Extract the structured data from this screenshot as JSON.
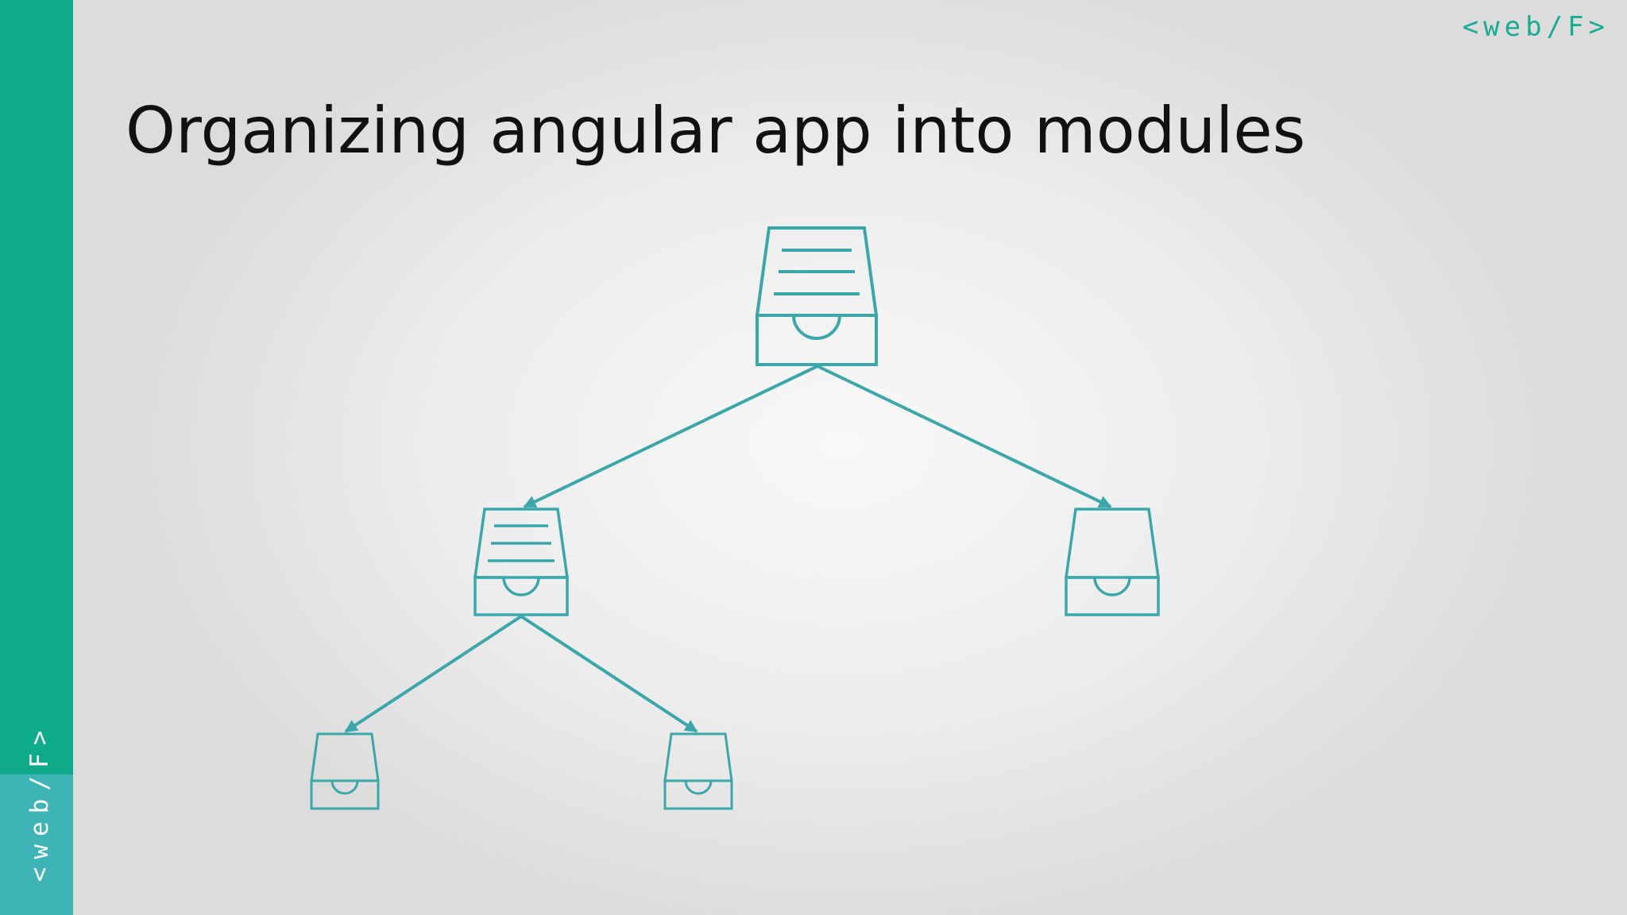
{
  "slide": {
    "title": "Organizing angular app into modules",
    "logo_text": "<web/F>",
    "sidebar_logo_text": "<web/F>"
  },
  "colors": {
    "accent": "#0eab8a",
    "accent_light": "#3fb4b6",
    "diagram_stroke": "#3aa7ab",
    "title_text": "#111111"
  },
  "diagram": {
    "nodes": [
      {
        "id": "root-module",
        "icon": "inbox-tray-with-documents-icon",
        "has_documents": true
      },
      {
        "id": "child-module-left",
        "icon": "inbox-tray-with-documents-icon",
        "has_documents": true
      },
      {
        "id": "child-module-right",
        "icon": "empty-inbox-tray-icon",
        "has_documents": false
      },
      {
        "id": "grandchild-module-left",
        "icon": "empty-inbox-tray-icon",
        "has_documents": false
      },
      {
        "id": "grandchild-module-right",
        "icon": "empty-inbox-tray-icon",
        "has_documents": false
      }
    ],
    "edges": [
      {
        "from": "root-module",
        "to": "child-module-left"
      },
      {
        "from": "root-module",
        "to": "child-module-right"
      },
      {
        "from": "child-module-left",
        "to": "grandchild-module-left"
      },
      {
        "from": "child-module-left",
        "to": "grandchild-module-right"
      }
    ]
  }
}
